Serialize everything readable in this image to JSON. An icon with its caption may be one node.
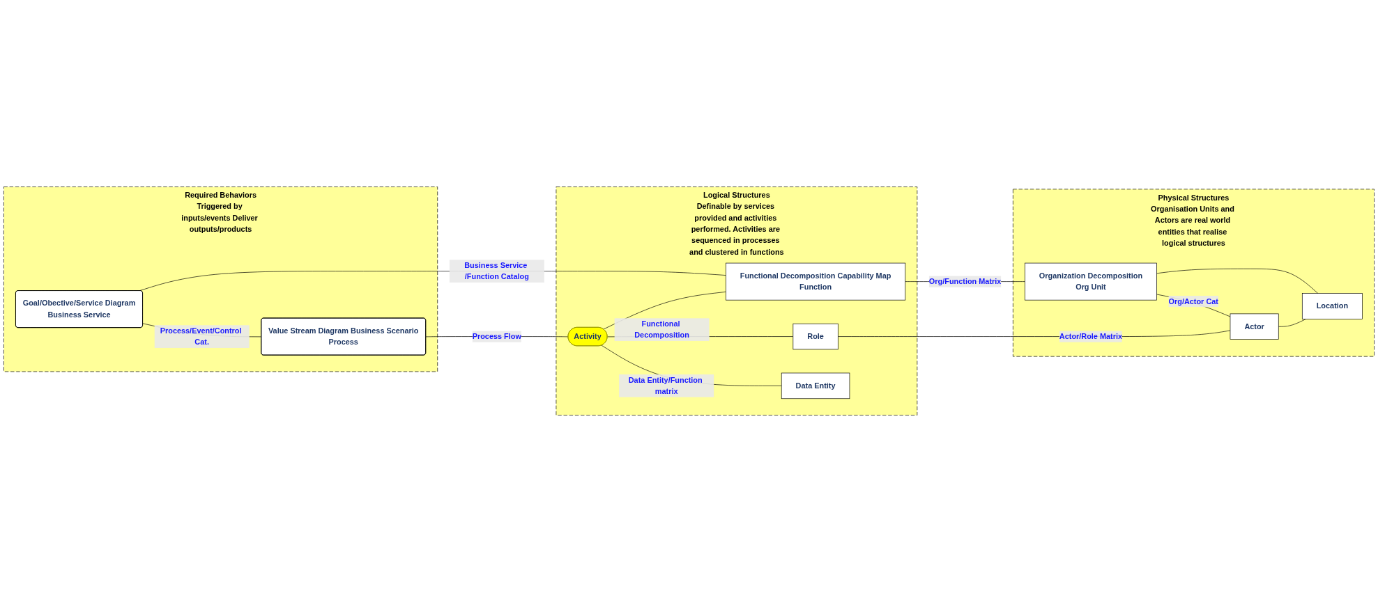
{
  "diagram": {
    "nodes": [
      {
        "text": [
          "Required Behaviors",
          "Triggered by inputs/events Deliver outputs/products"
        ]
      },
      {
        "text": [
          "Logical Structures",
          "Definable by services provided and activities performed. Activities are sequenced in processes and clustered in functions"
        ]
      },
      {
        "text": [
          "Physical Structures",
          "Organisation Units and Actors are real world entities that realise logical structures"
        ]
      },
      {
        "text": [
          "Goal/Obective/Service Diagram",
          "Business Service"
        ],
        "in": 0
      },
      {
        "text": [
          "Value Stream Diagram Business Scenario",
          "Process"
        ],
        "in": 0
      },
      {
        "text": [
          "Activity"
        ],
        "in": 1
      },
      {
        "text": [
          "Functional Decomposition Capability Map",
          "Function"
        ],
        "in": 1
      },
      {
        "text": [
          "Role"
        ],
        "in": 1
      },
      {
        "text": [
          "Data Entity"
        ],
        "in": 1
      },
      {
        "text": [
          "Organization Decomposition",
          "Org Unit"
        ],
        "in": 2
      },
      {
        "text": [
          "Location"
        ],
        "in": 2
      },
      {
        "text": [
          "Actor"
        ],
        "in": 2
      }
    ],
    "edges": [
      {
        "from": 3,
        "to": 6,
        "arrow": "none",
        "label": "Business Service /Function Catalog"
      },
      {
        "from": 3,
        "to": 4,
        "arrow": "none",
        "label": "Process/Event/Control Cat."
      },
      {
        "from": 4,
        "to": 5,
        "arrow": "none",
        "label": "Process Flow"
      },
      {
        "from": 5,
        "to": 6,
        "arrow": "none",
        "label": "Functional Decomposition"
      },
      {
        "from": 5,
        "to": 7,
        "arrow": "none"
      },
      {
        "from": 5,
        "to": 8,
        "arrow": "none",
        "label": "Data Entity/Function matrix"
      },
      {
        "from": 6,
        "to": 9,
        "arrow": "none",
        "label": "Org/Function Matrix"
      },
      {
        "from": 9,
        "to": 10,
        "arrow": "none"
      },
      {
        "from": 9,
        "to": 11,
        "arrow": "none",
        "label": "Org/Actor Cat"
      },
      {
        "from": 11,
        "to": 10,
        "arrow": "none"
      },
      {
        "from": 7,
        "to": 11,
        "arrow": "none",
        "label": "Actor/Role Matrix"
      }
    ]
  }
}
